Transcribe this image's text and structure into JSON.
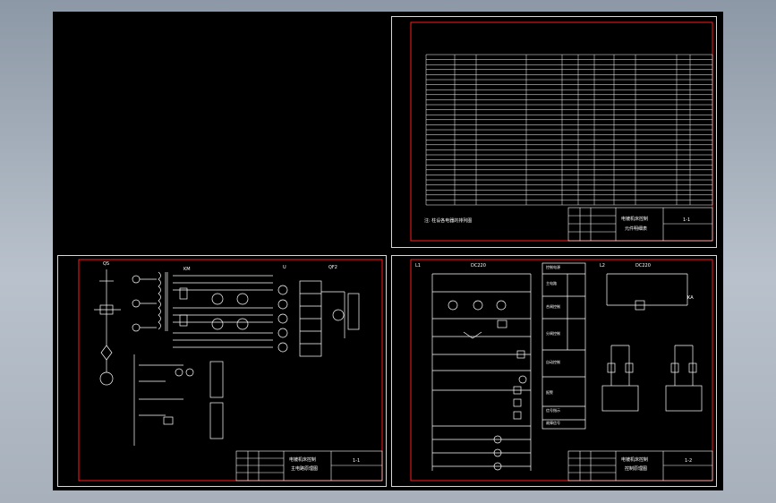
{
  "canvas": {
    "background": "#000000",
    "line_color": "#ffffff",
    "frame_color": "#ff1a1a"
  },
  "sheets": {
    "parts_list": {
      "note": "注: 柱设各电器的排列图",
      "title_block": {
        "title": "电镀机床控制",
        "subtitle": "元件明细表",
        "sheet_no": "1-1"
      },
      "table_rows_visible": 30
    },
    "main_circuit": {
      "labels": {
        "breaker": "QS",
        "main": "QF2",
        "top": "KM",
        "module": "U"
      },
      "title_block": {
        "title": "电镀机床控制",
        "subtitle": "主电路原理图",
        "sheet_no": "1-1"
      }
    },
    "control_circuit": {
      "labels": {
        "supply": "DC220",
        "bus_left": "L1",
        "bus_right": "L2",
        "relay": "KA"
      },
      "function_column": [
        "控制电源",
        "主电路",
        "合闸控制",
        "分闸控制",
        "自动控制",
        "报警",
        "信号指示",
        "故障信号"
      ],
      "title_block": {
        "title": "电镀机床控制",
        "subtitle": "控制原理图",
        "sheet_no": "1-2"
      }
    }
  }
}
